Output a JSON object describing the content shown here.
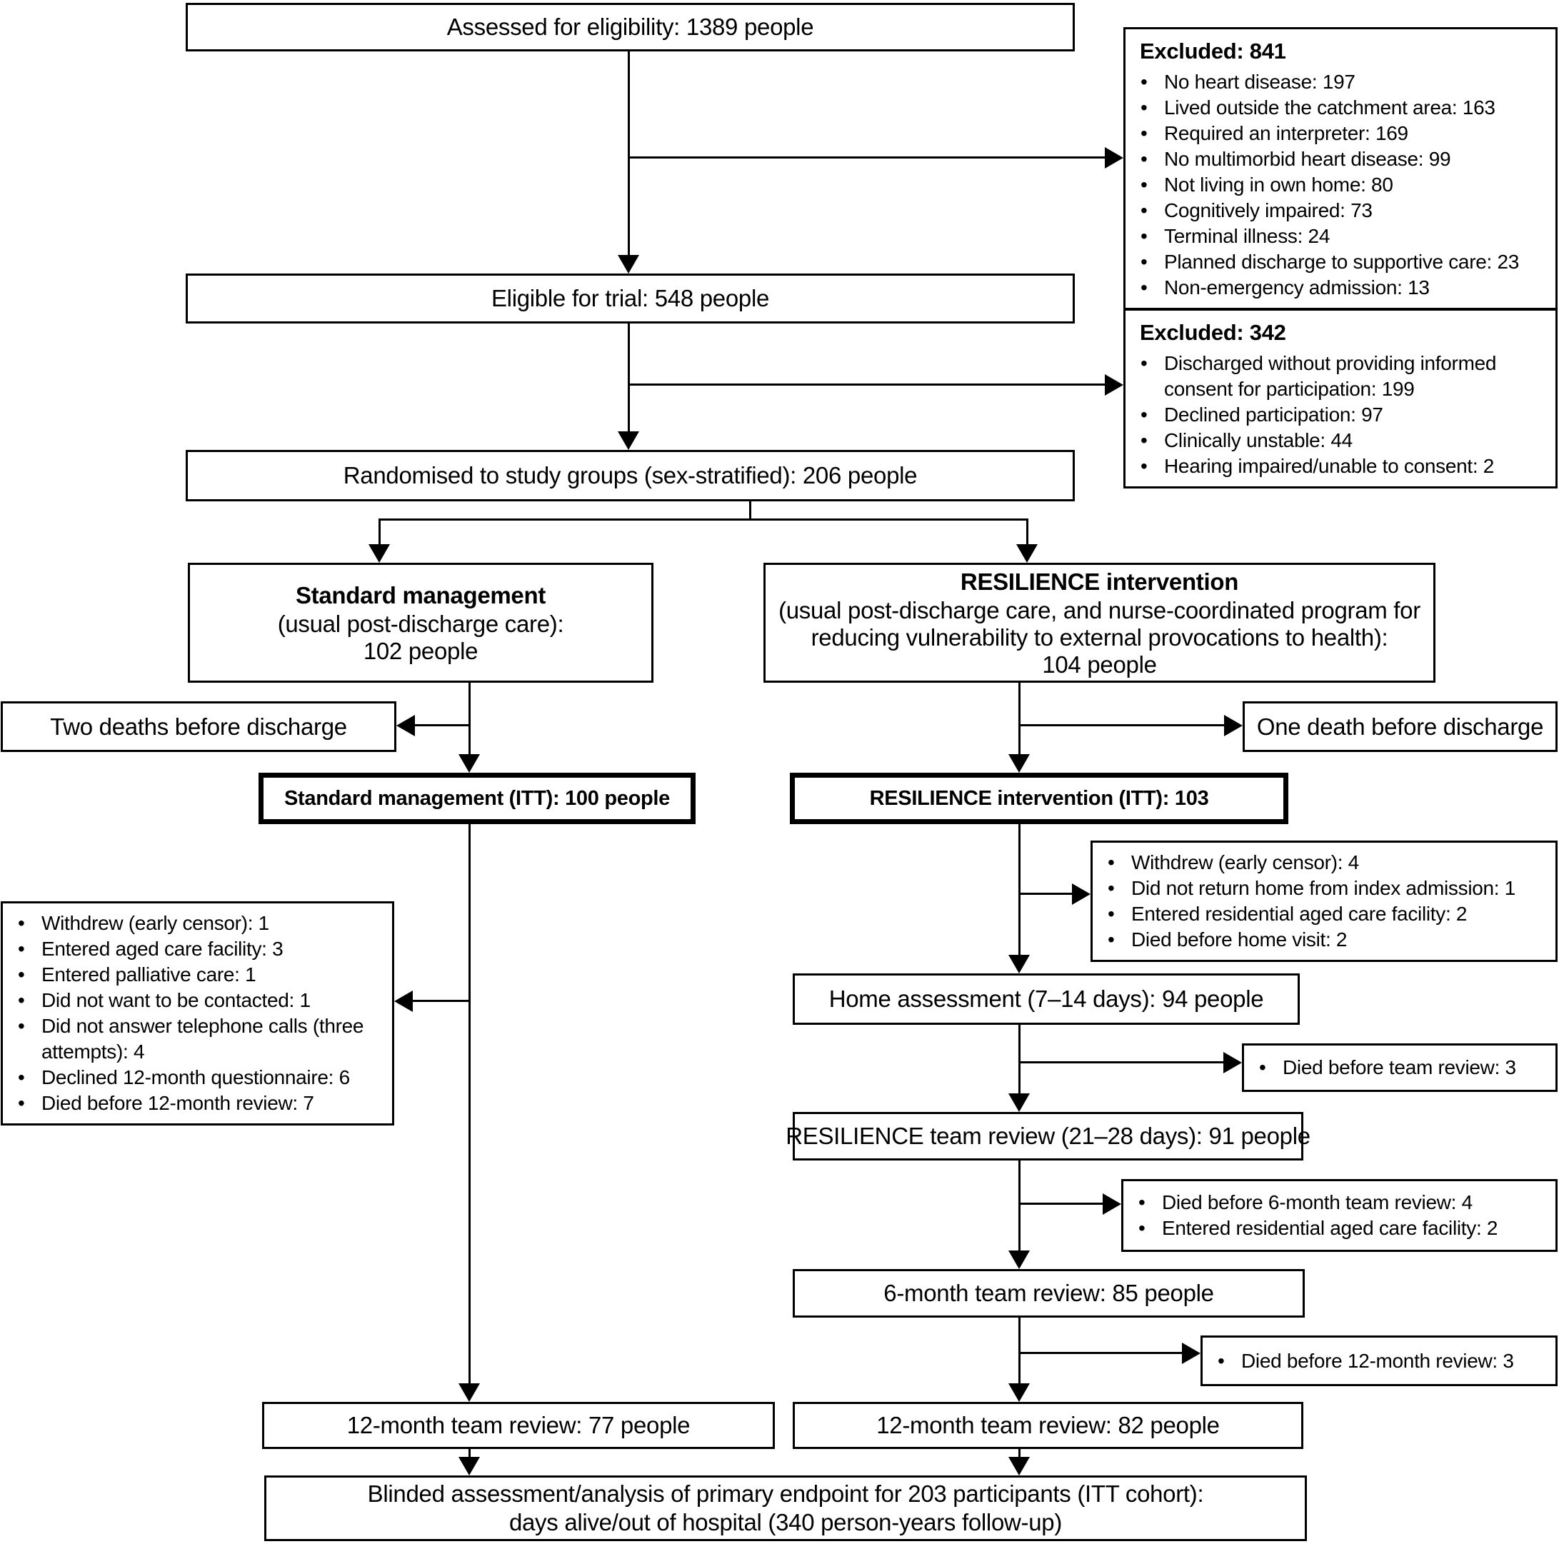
{
  "colors": {
    "line": "#000000",
    "background": "#ffffff",
    "text": "#000000"
  },
  "flowchart": {
    "assessed": {
      "text": "Assessed for eligibility: 1389 people"
    },
    "excluded_screening": {
      "title": "Excluded: 841",
      "items": [
        "No heart disease: 197",
        "Lived outside the catchment area: 163",
        "Required an interpreter: 169",
        "No multimorbid heart disease: 99",
        "Not living in own home: 80",
        "Cognitively impaired: 73",
        "Terminal illness: 24",
        "Planned discharge to supportive care: 23",
        "Non-emergency admission: 13"
      ]
    },
    "eligible": {
      "text": "Eligible for trial: 548 people"
    },
    "excluded_consent": {
      "title": "Excluded: 342",
      "items": [
        "Discharged without providing informed consent for participation: 199",
        "Declined participation: 97",
        "Clinically unstable: 44",
        "Hearing impaired/unable to consent: 2"
      ]
    },
    "randomised": {
      "text": "Randomised to study groups (sex-stratified): 206 people"
    },
    "standard_group": {
      "title": "Standard management",
      "subtitle": "(usual post-discharge care):",
      "count": "102 people"
    },
    "resilience_group": {
      "title": "RESILIENCE intervention",
      "subtitle": "(usual post-discharge care, and nurse-coordinated program for reducing vulnerability to external provocations to health):",
      "count": "104 people"
    },
    "standard_deaths": {
      "text": "Two deaths before discharge"
    },
    "resilience_deaths": {
      "text": "One death before discharge"
    },
    "standard_itt": {
      "text": "Standard management (ITT): 100 people"
    },
    "resilience_itt": {
      "text": "RESILIENCE intervention (ITT): 103"
    },
    "resilience_early_losses": {
      "items": [
        "Withdrew (early censor): 4",
        "Did not return home from index admission: 1",
        "Entered residential aged care facility: 2",
        "Died before home visit: 2"
      ]
    },
    "standard_losses": {
      "items": [
        "Withdrew (early censor): 1",
        "Entered aged care facility: 3",
        "Entered palliative care: 1",
        "Did not want to be contacted: 1",
        "Did not answer telephone calls (three attempts): 4",
        "Declined 12-month questionnaire: 6",
        "Died before 12-month review: 7"
      ]
    },
    "home_assessment": {
      "text": "Home assessment (7–14 days): 94 people"
    },
    "died_before_team_review": {
      "items": [
        "Died before team review: 3"
      ]
    },
    "team_review": {
      "text": "RESILIENCE team review (21–28 days): 91 people"
    },
    "losses_before_6_month": {
      "items": [
        "Died before 6-month team review: 4",
        "Entered residential aged care facility: 2"
      ]
    },
    "six_month_review": {
      "text": "6-month team review: 85 people"
    },
    "died_before_12_month": {
      "items": [
        "Died before 12-month review: 3"
      ]
    },
    "standard_12_month_review": {
      "text": "12-month team review: 77 people"
    },
    "resilience_12_month_review": {
      "text": "12-month team review: 82 people"
    },
    "final_analysis": {
      "line1": "Blinded assessment/analysis of primary endpoint for 203 participants (ITT cohort):",
      "line2": "days alive/out of hospital (340 person-years follow-up)"
    }
  }
}
